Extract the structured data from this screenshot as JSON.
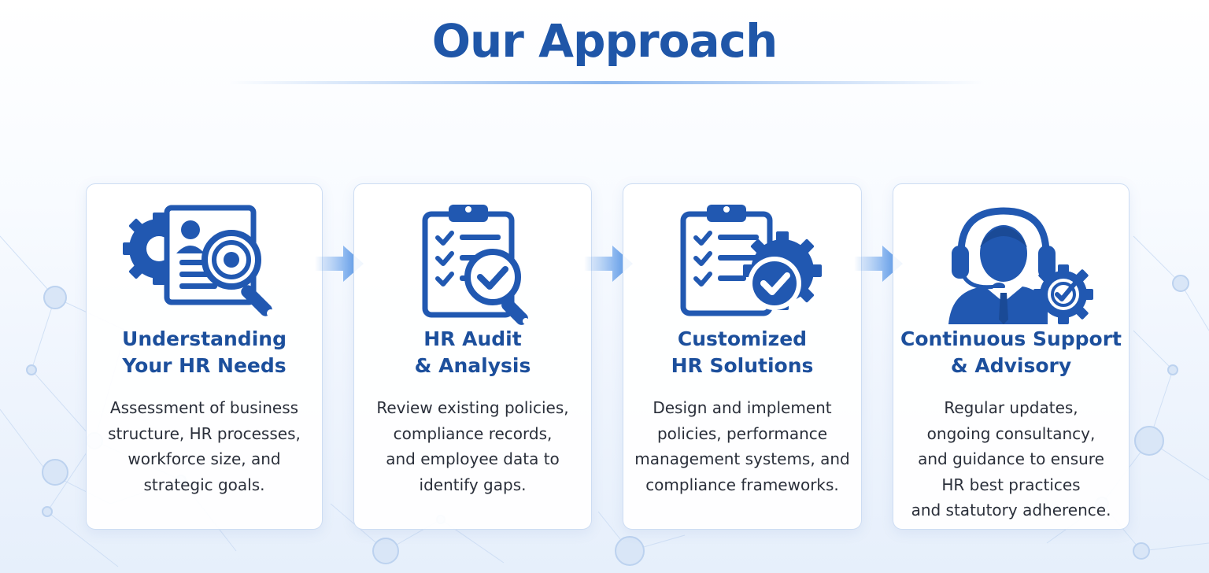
{
  "title": "Our Approach",
  "colors": {
    "primary": "#1f56a8",
    "heading": "#1c4f9c",
    "arrow": "#4b8fe6",
    "text": "#2a2f3a"
  },
  "steps": [
    {
      "icon": "resume-magnifier-gear-icon",
      "heading": [
        "Understanding",
        "Your HR Needs"
      ],
      "description": [
        "Assessment of business",
        "structure, HR processes,",
        "workforce size, and",
        "strategic goals."
      ]
    },
    {
      "icon": "clipboard-checklist-magnifier-icon",
      "heading": [
        "HR Audit",
        "& Analysis"
      ],
      "description": [
        "Review existing policies,",
        "compliance records,",
        "and employee data to",
        "identify gaps."
      ]
    },
    {
      "icon": "clipboard-gear-checkmark-icon",
      "heading": [
        "Customized",
        "HR Solutions"
      ],
      "description": [
        "Design and implement",
        "policies, performance",
        "management systems, and",
        "compliance frameworks."
      ]
    },
    {
      "icon": "headset-support-gear-icon",
      "heading": [
        "Continuous Support",
        "& Advisory"
      ],
      "description": [
        "Regular updates,",
        "ongoing consultancy,",
        "and guidance to ensure",
        "HR best practices",
        "and statutory adherence."
      ]
    }
  ]
}
